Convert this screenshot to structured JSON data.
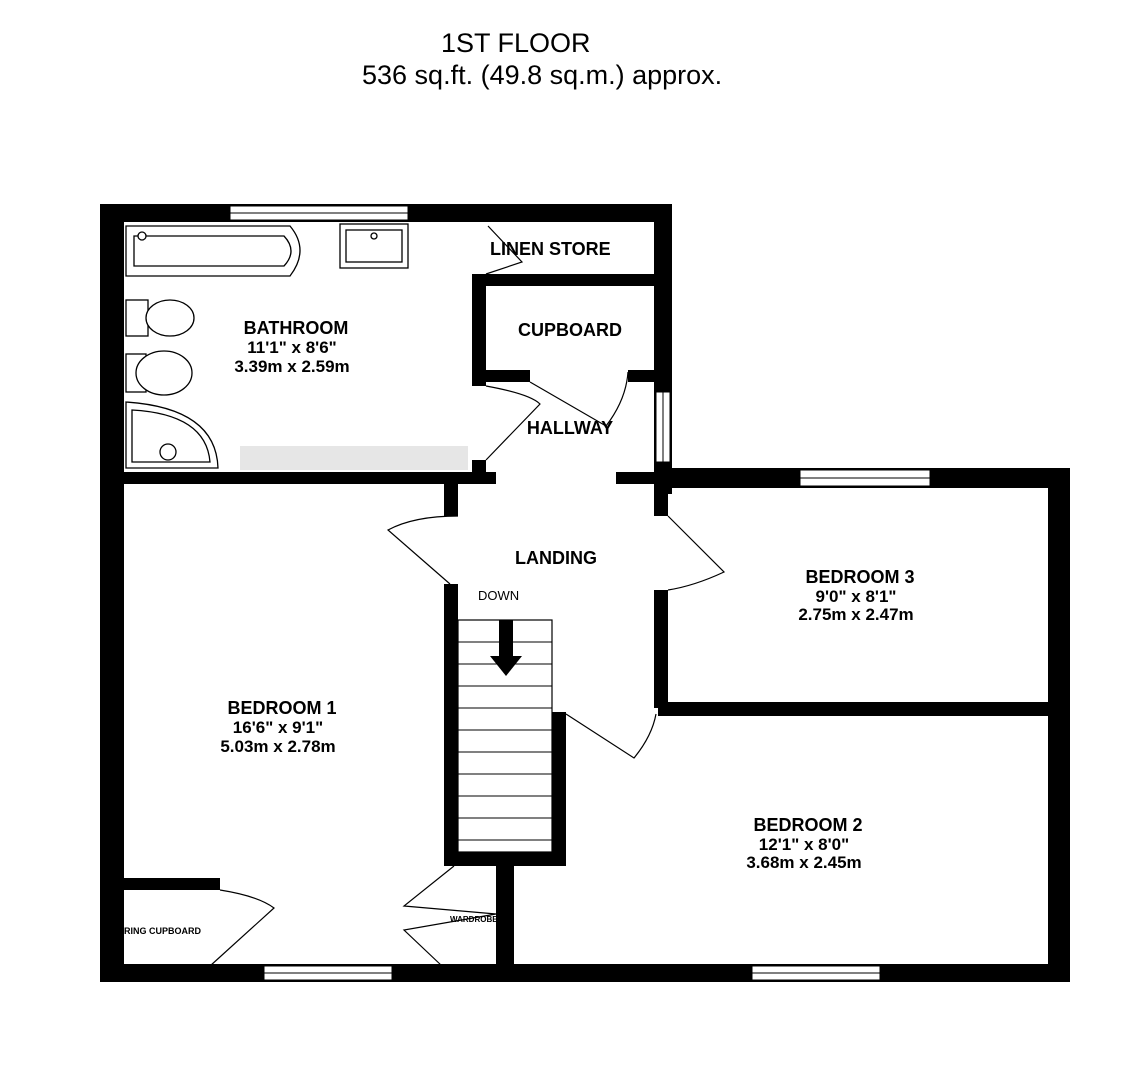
{
  "header": {
    "floor": "1ST FLOOR",
    "area": "536 sq.ft. (49.8 sq.m.) approx."
  },
  "rooms": {
    "bathroom": {
      "name": "BATHROOM",
      "imperial": "11'1\"  x 8'6\"",
      "metric": "3.39m  x 2.59m"
    },
    "linen_store": {
      "name": "LINEN STORE"
    },
    "cupboard": {
      "name": "CUPBOARD"
    },
    "hallway": {
      "name": "HALLWAY"
    },
    "landing": {
      "name": "LANDING"
    },
    "bedroom3": {
      "name": "BEDROOM 3",
      "imperial": "9'0\"  x 8'1\"",
      "metric": "2.75m  x 2.47m"
    },
    "bedroom1": {
      "name": "BEDROOM 1",
      "imperial": "16'6\"  x 9'1\"",
      "metric": "5.03m  x 2.78m"
    },
    "bedroom2": {
      "name": "BEDROOM 2",
      "imperial": "12'1\"  x 8'0\"",
      "metric": "3.68m  x 2.45m"
    },
    "airing_cupboard": {
      "name": "RING CUPBOARD"
    },
    "wardrobe": {
      "name": "WARDROBE"
    }
  },
  "stairs": {
    "label": "DOWN"
  }
}
